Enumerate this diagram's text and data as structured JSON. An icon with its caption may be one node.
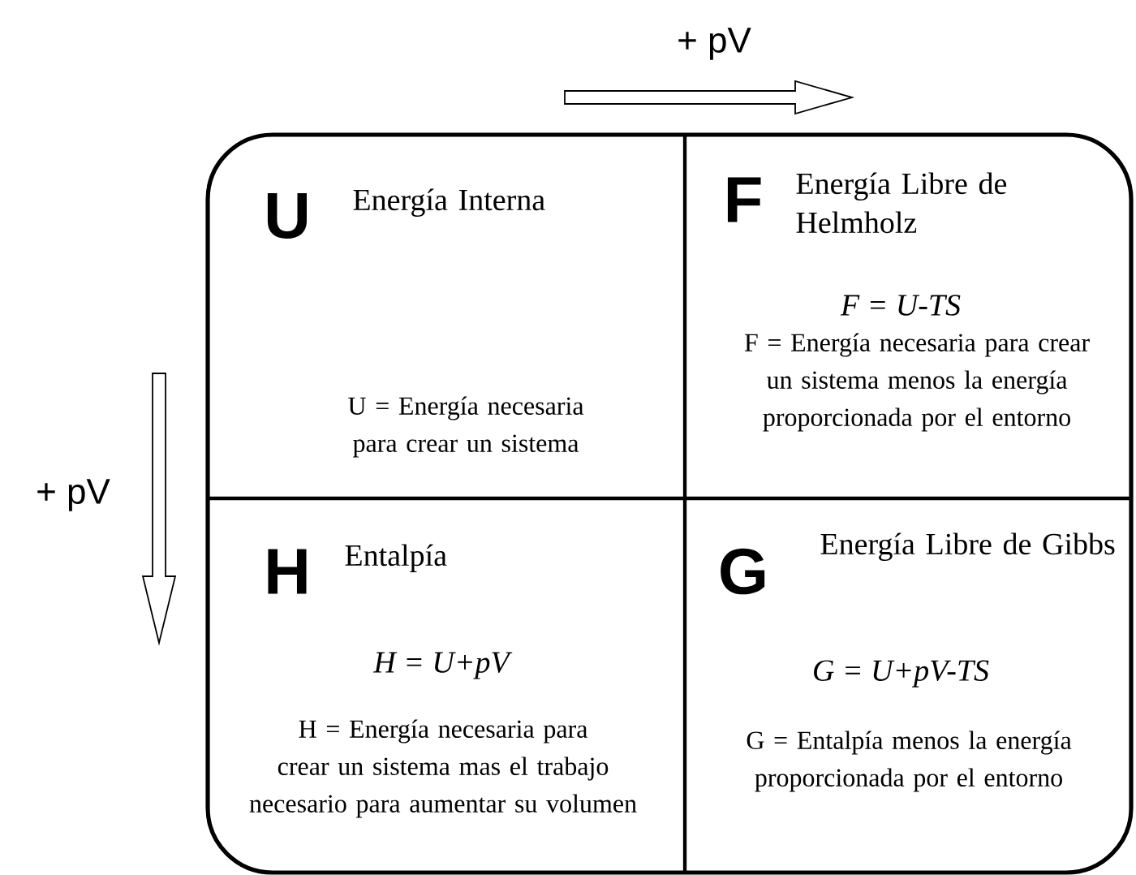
{
  "diagram": {
    "nodes": [
      {
        "text": [
          "U",
          "Energía Interna",
          "U = Energía necesaria para crear un sistema"
        ]
      },
      {
        "text": [
          "F",
          "Energía Libre de Helmholz",
          "F = U-TS",
          "F = Energía necesaria para crear un sistema menos la energía proporcionada por el entorno"
        ]
      },
      {
        "text": [
          "H",
          "Entalpía",
          "H = U+pV",
          "H = Energía necesaria para crear un sistema mas el trabajo necesario para aumentar su volumen"
        ]
      },
      {
        "text": [
          "G",
          "Energía Libre de Gibbs",
          "G = U+pV-TS",
          "G = Entalpía menos la energía proporcionada por el entorno"
        ]
      }
    ],
    "labels": [
      "+ pV",
      "+ pV"
    ]
  }
}
